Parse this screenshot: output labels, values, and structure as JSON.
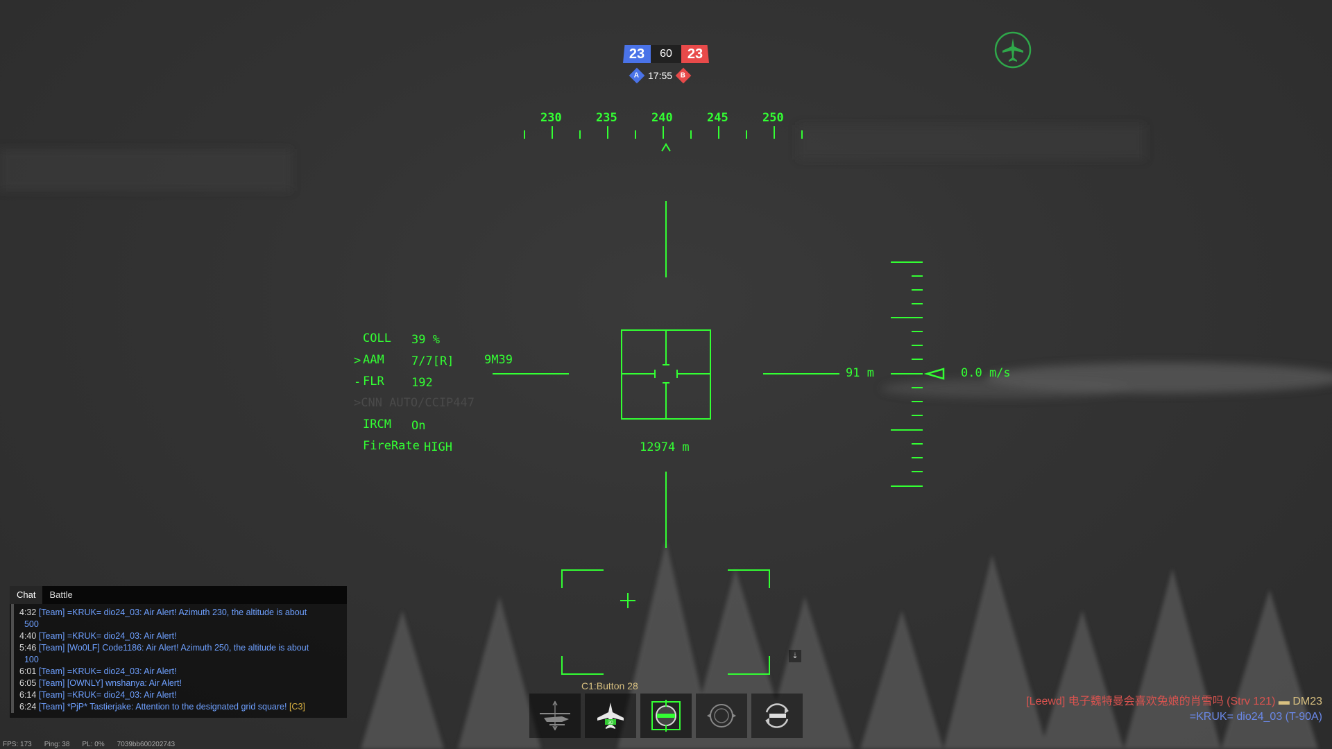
{
  "score": {
    "team_a": "23",
    "team_b": "23",
    "center": "60",
    "timer": "17:55",
    "flag_a": "A",
    "flag_b": "B"
  },
  "heading_tape": {
    "labels": [
      "230",
      "235",
      "240",
      "245",
      "250"
    ]
  },
  "hud": {
    "coll_label": "COLL",
    "coll_value": "39 %",
    "aam_marker": ">",
    "aam_label": "AAM",
    "aam_value": "7/7[R]",
    "aam_missile": "9M39",
    "flr_marker": "-",
    "flr_label": "FLR",
    "flr_value": "192",
    "cnn_line": ">CNN AUTO/CCIP447",
    "ircm_label": "IRCM",
    "ircm_value": "On",
    "firerate_label": "FireRate",
    "firerate_value": "HIGH",
    "range": "12974 m",
    "altitude": "91 m",
    "vertical_speed": "0.0 m/s"
  },
  "chat": {
    "tabs": [
      "Chat",
      "Battle"
    ],
    "lines": [
      {
        "time": "4:32",
        "text": "[Team] =KRUK= dio24_03: Air Alert! Azimuth 230, the altitude is about",
        "cont": "500",
        "tag": ""
      },
      {
        "time": "4:40",
        "text": "[Team] =KRUK= dio24_03: Air Alert!",
        "cont": "",
        "tag": ""
      },
      {
        "time": "5:46",
        "text": "[Team] [Wo0LF] Code1186: Air Alert! Azimuth 250, the altitude is about",
        "cont": "100",
        "tag": ""
      },
      {
        "time": "6:01",
        "text": "[Team] =KRUK= dio24_03: Air Alert!",
        "cont": "",
        "tag": ""
      },
      {
        "time": "6:05",
        "text": "[Team] [OWNLY] wnshanya: Air Alert!",
        "cont": "",
        "tag": ""
      },
      {
        "time": "6:14",
        "text": "[Team] =KRUK= dio24_03: Air Alert!",
        "cont": "",
        "tag": ""
      },
      {
        "time": "6:24",
        "text": "[Team] *PjP* Tastierjake: Attention to the designated grid square!",
        "cont": "",
        "tag": "[C3]"
      }
    ]
  },
  "status": {
    "fps": "FPS: 173",
    "ping": "Ping: 38",
    "pl": "PL: 0%",
    "id": "7039bb600202743"
  },
  "killfeed": {
    "line1_killer": "[Leewd] 电子魏特曼会喜欢兔娘的肖雪吗 (Strv 121)",
    "line1_victim": "DM23",
    "line2": "=KRUK= dio24_03 (T-90A)"
  },
  "weapon_bar": {
    "label": "C1:Button 28",
    "selected_badge": "30"
  },
  "colors": {
    "hud_green": "#33ff33",
    "team_a": "#4a73e8",
    "team_b": "#e84a4a",
    "chat_blue": "#6ea0ff"
  }
}
